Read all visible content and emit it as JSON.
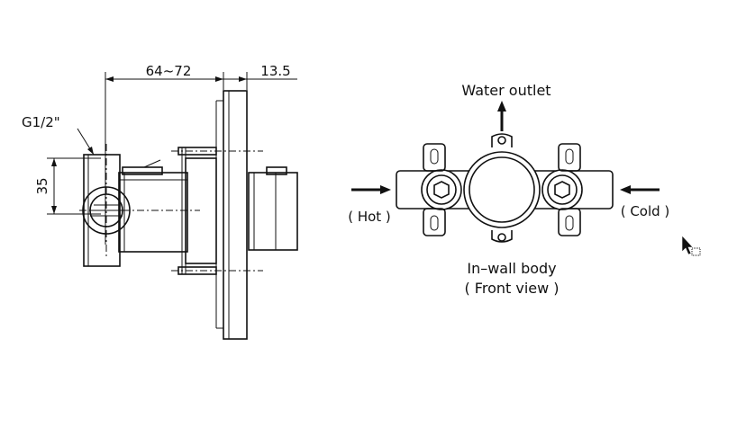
{
  "side_view": {
    "dim_depth": "64~72",
    "dim_plate": "13.5",
    "dim_height": "35",
    "thread": "G1/2\""
  },
  "front_view": {
    "water_outlet": "Water outlet",
    "hot": "( Hot )",
    "cold": "( Cold )",
    "caption_line1": "In–wall body",
    "caption_line2": "( Front view )"
  }
}
